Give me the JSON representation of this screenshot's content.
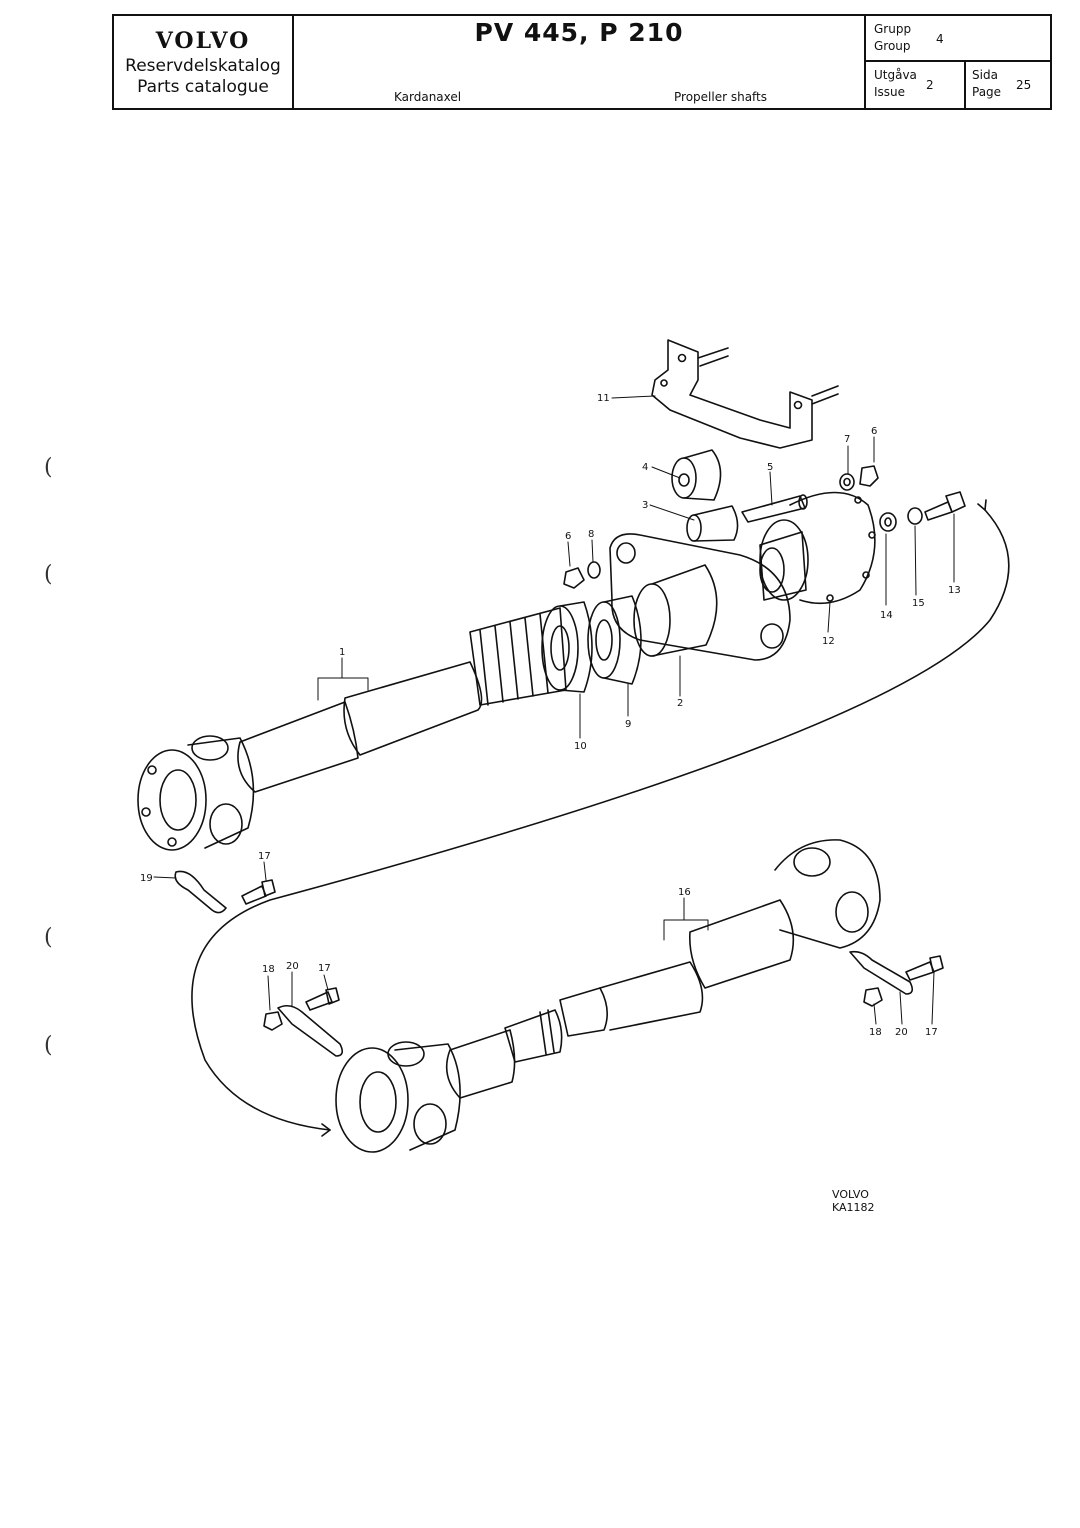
{
  "header": {
    "brand": "VOLVO",
    "catalog_sv": "Reservdelskatalog",
    "catalog_en": "Parts catalogue",
    "model": "PV 445, P 210",
    "subtitle_sv": "Kardanaxel",
    "subtitle_en": "Propeller shafts",
    "group_label_sv": "Grupp",
    "group_label_en": "Group",
    "group_value": "4",
    "issue_label_sv": "Utgåva",
    "issue_label_en": "Issue",
    "issue_value": "2",
    "page_label_sv": "Sida",
    "page_label_en": "Page",
    "page_value": "25"
  },
  "callouts": {
    "c1": "1",
    "c2": "2",
    "c3": "3",
    "c4": "4",
    "c5": "5",
    "c6a": "6",
    "c6b": "6",
    "c7": "7",
    "c8": "8",
    "c9": "9",
    "c10": "10",
    "c11": "11",
    "c12": "12",
    "c13": "13",
    "c14": "14",
    "c15": "15",
    "c16": "16",
    "c17a": "17",
    "c17b": "17",
    "c17c": "17",
    "c18a": "18",
    "c18b": "18",
    "c19": "19",
    "c20a": "20",
    "c20b": "20"
  },
  "footer": {
    "code_line1": "VOLVO",
    "code_line2": "KA1182"
  },
  "margin_marks": {
    "mark": "("
  }
}
